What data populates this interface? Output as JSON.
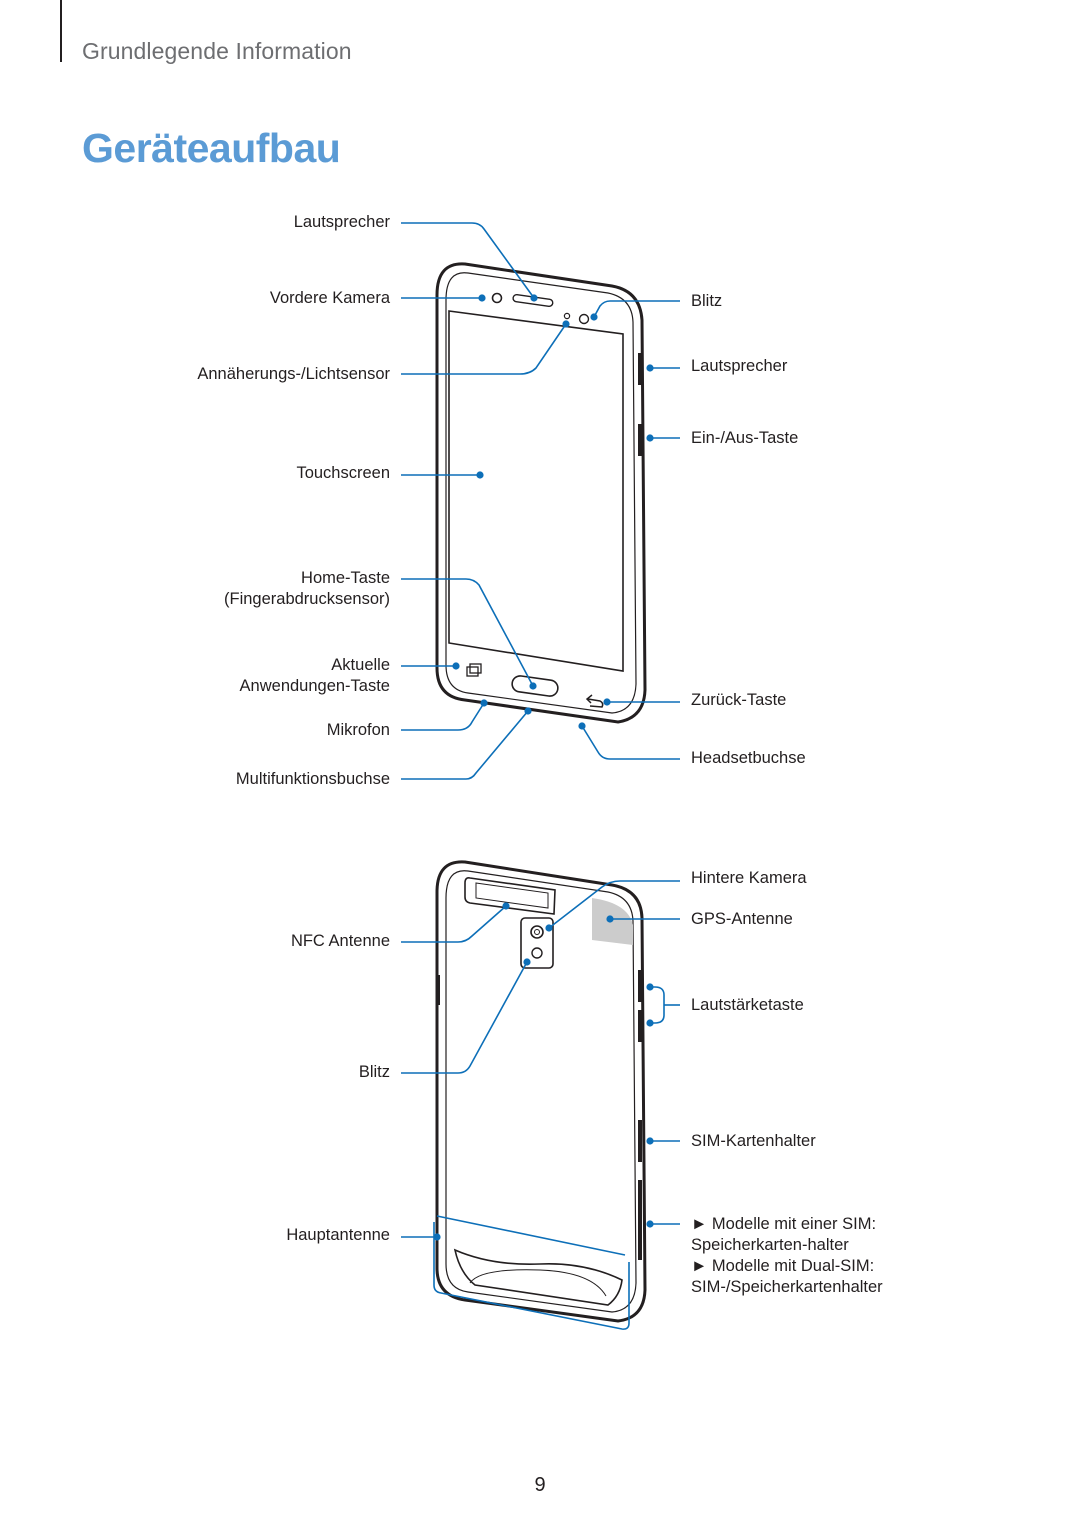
{
  "header": {
    "section": "Grundlegende Information",
    "title": "Geräteaufbau"
  },
  "front_labels": {
    "lautsprecher_top": "Lautsprecher",
    "vordere_kamera": "Vordere Kamera",
    "naeherung": "Annäherungs-/Lichtsensor",
    "touchscreen": "Touchscreen",
    "home_line1": "Home-Taste",
    "home_line2": "(Fingerabdrucksensor)",
    "aktuelle_line1": "Aktuelle",
    "aktuelle_line2": "Anwendungen-Taste",
    "mikrofon": "Mikrofon",
    "multifunktion": "Multifunktionsbuchse",
    "blitz": "Blitz",
    "lautsprecher_side": "Lautsprecher",
    "ein_aus": "Ein-/Aus-Taste",
    "zurueck": "Zurück-Taste",
    "headset": "Headsetbuchse"
  },
  "back_labels": {
    "nfc": "NFC Antenne",
    "blitz": "Blitz",
    "hauptantenne": "Hauptantenne",
    "hintere_kamera": "Hintere Kamera",
    "gps": "GPS-Antenne",
    "lautstaerke": "Lautstärketaste",
    "sim": "SIM-Kartenhalter",
    "note_line1": "► Modelle mit einer SIM:",
    "note_line2": "Speicherkarten-halter",
    "note_line3": "► Modelle mit Dual-SIM:",
    "note_line4": "SIM-/Speicherkartenhalter"
  },
  "colors": {
    "callout": "#0d6fb8",
    "title_blue": "#5b9bd5",
    "gps_area": "#cccccc"
  },
  "page_number": "9"
}
